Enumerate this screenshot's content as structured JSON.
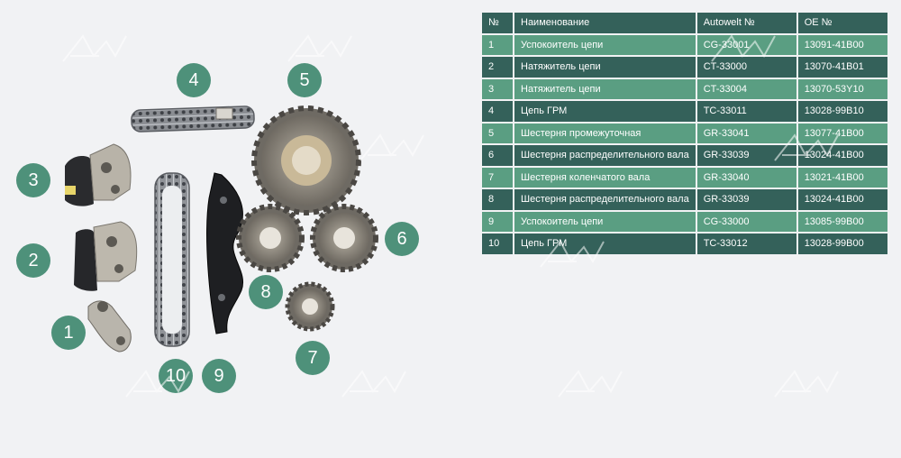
{
  "callouts": [
    "1",
    "2",
    "3",
    "4",
    "5",
    "6",
    "7",
    "8",
    "9",
    "10"
  ],
  "table": {
    "headers": [
      "№",
      "Наименование",
      "Autowelt №",
      "OE №"
    ],
    "rows": [
      [
        "1",
        "Успокоитель цепи",
        "CG-33001",
        "13091-41B00"
      ],
      [
        "2",
        "Натяжитель цепи",
        "CT-33000",
        "13070-41B01"
      ],
      [
        "3",
        "Натяжитель цепи",
        "CT-33004",
        "13070-53Y10"
      ],
      [
        "4",
        "Цепь ГРМ",
        "TC-33011",
        "13028-99B10"
      ],
      [
        "5",
        "Шестерня промежуточная",
        "GR-33041",
        "13077-41B00"
      ],
      [
        "6",
        "Шестерня распределительного вала",
        "GR-33039",
        "13024-41B00"
      ],
      [
        "7",
        "Шестерня коленчатого вала",
        "GR-33040",
        "13021-41B00"
      ],
      [
        "8",
        "Шестерня распределительного вала",
        "GR-33039",
        "13024-41B00"
      ],
      [
        "9",
        "Успокоитель цепи",
        "CG-33000",
        "13085-99B00"
      ],
      [
        "10",
        "Цепь ГРМ",
        "TC-33012",
        "13028-99B00"
      ]
    ]
  },
  "colors": {
    "background": "#f1f2f4",
    "badge": "#4e917a",
    "row_light": "#5a9e82",
    "row_dark": "#34615a"
  },
  "icons": [
    "autowelt-watermark-icon"
  ]
}
